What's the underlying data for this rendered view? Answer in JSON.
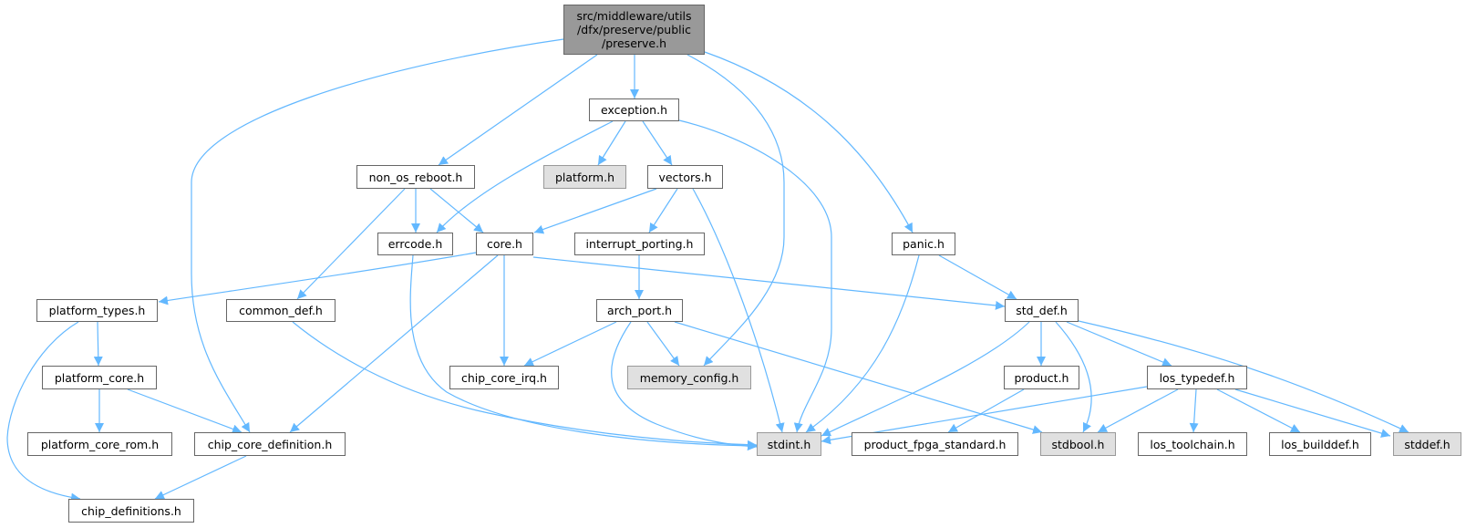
{
  "graph": {
    "title": "Include dependency graph",
    "edge_color": "#63b8ff",
    "root": {
      "id": "preserve",
      "lines": [
        "src/middleware/utils",
        "/dfx/preserve/public",
        "/preserve.h"
      ]
    },
    "nodes": [
      {
        "id": "exception",
        "label": "exception.h",
        "kind": "doc"
      },
      {
        "id": "non_os_reboot",
        "label": "non_os_reboot.h",
        "kind": "doc"
      },
      {
        "id": "platform",
        "label": "platform.h",
        "kind": "ext"
      },
      {
        "id": "vectors",
        "label": "vectors.h",
        "kind": "doc"
      },
      {
        "id": "errcode",
        "label": "errcode.h",
        "kind": "doc"
      },
      {
        "id": "core",
        "label": "core.h",
        "kind": "doc"
      },
      {
        "id": "interrupt_porting",
        "label": "interrupt_porting.h",
        "kind": "doc"
      },
      {
        "id": "panic",
        "label": "panic.h",
        "kind": "doc"
      },
      {
        "id": "platform_types",
        "label": "platform_types.h",
        "kind": "doc"
      },
      {
        "id": "common_def",
        "label": "common_def.h",
        "kind": "doc"
      },
      {
        "id": "arch_port",
        "label": "arch_port.h",
        "kind": "doc"
      },
      {
        "id": "std_def",
        "label": "std_def.h",
        "kind": "doc"
      },
      {
        "id": "platform_core",
        "label": "platform_core.h",
        "kind": "doc"
      },
      {
        "id": "chip_core_irq",
        "label": "chip_core_irq.h",
        "kind": "doc"
      },
      {
        "id": "memory_config",
        "label": "memory_config.h",
        "kind": "ext"
      },
      {
        "id": "product",
        "label": "product.h",
        "kind": "doc"
      },
      {
        "id": "los_typedef",
        "label": "los_typedef.h",
        "kind": "doc"
      },
      {
        "id": "platform_core_rom",
        "label": "platform_core_rom.h",
        "kind": "doc"
      },
      {
        "id": "chip_core_definition",
        "label": "chip_core_definition.h",
        "kind": "doc"
      },
      {
        "id": "stdint",
        "label": "stdint.h",
        "kind": "ext"
      },
      {
        "id": "product_fpga_standard",
        "label": "product_fpga_standard.h",
        "kind": "doc"
      },
      {
        "id": "stdbool",
        "label": "stdbool.h",
        "kind": "ext"
      },
      {
        "id": "los_toolchain",
        "label": "los_toolchain.h",
        "kind": "doc"
      },
      {
        "id": "los_builddef",
        "label": "los_builddef.h",
        "kind": "doc"
      },
      {
        "id": "stddef",
        "label": "stddef.h",
        "kind": "ext"
      },
      {
        "id": "chip_definitions",
        "label": "chip_definitions.h",
        "kind": "doc"
      }
    ],
    "edges": [
      [
        "preserve",
        "exception"
      ],
      [
        "preserve",
        "non_os_reboot"
      ],
      [
        "preserve",
        "chip_core_definition"
      ],
      [
        "preserve",
        "memory_config"
      ],
      [
        "preserve",
        "panic"
      ],
      [
        "exception",
        "errcode"
      ],
      [
        "exception",
        "platform"
      ],
      [
        "exception",
        "vectors"
      ],
      [
        "exception",
        "stdint"
      ],
      [
        "vectors",
        "core"
      ],
      [
        "vectors",
        "interrupt_porting"
      ],
      [
        "vectors",
        "stdint"
      ],
      [
        "non_os_reboot",
        "errcode"
      ],
      [
        "non_os_reboot",
        "core"
      ],
      [
        "non_os_reboot",
        "common_def"
      ],
      [
        "errcode",
        "stdint"
      ],
      [
        "common_def",
        "stdint"
      ],
      [
        "core",
        "platform_types"
      ],
      [
        "core",
        "chip_core_definition"
      ],
      [
        "core",
        "chip_core_irq"
      ],
      [
        "core",
        "std_def"
      ],
      [
        "interrupt_porting",
        "arch_port"
      ],
      [
        "panic",
        "std_def"
      ],
      [
        "panic",
        "stdint"
      ],
      [
        "platform_types",
        "platform_core"
      ],
      [
        "platform_types",
        "chip_definitions"
      ],
      [
        "platform_core",
        "platform_core_rom"
      ],
      [
        "platform_core",
        "chip_core_definition"
      ],
      [
        "chip_core_definition",
        "chip_definitions"
      ],
      [
        "arch_port",
        "chip_core_irq"
      ],
      [
        "arch_port",
        "memory_config"
      ],
      [
        "arch_port",
        "stdint"
      ],
      [
        "arch_port",
        "stdbool"
      ],
      [
        "std_def",
        "stdint"
      ],
      [
        "std_def",
        "product"
      ],
      [
        "std_def",
        "stdbool"
      ],
      [
        "std_def",
        "los_typedef"
      ],
      [
        "std_def",
        "stddef"
      ],
      [
        "product",
        "product_fpga_standard"
      ],
      [
        "los_typedef",
        "stdint"
      ],
      [
        "los_typedef",
        "stdbool"
      ],
      [
        "los_typedef",
        "los_toolchain"
      ],
      [
        "los_typedef",
        "los_builddef"
      ],
      [
        "los_typedef",
        "stddef"
      ]
    ]
  }
}
